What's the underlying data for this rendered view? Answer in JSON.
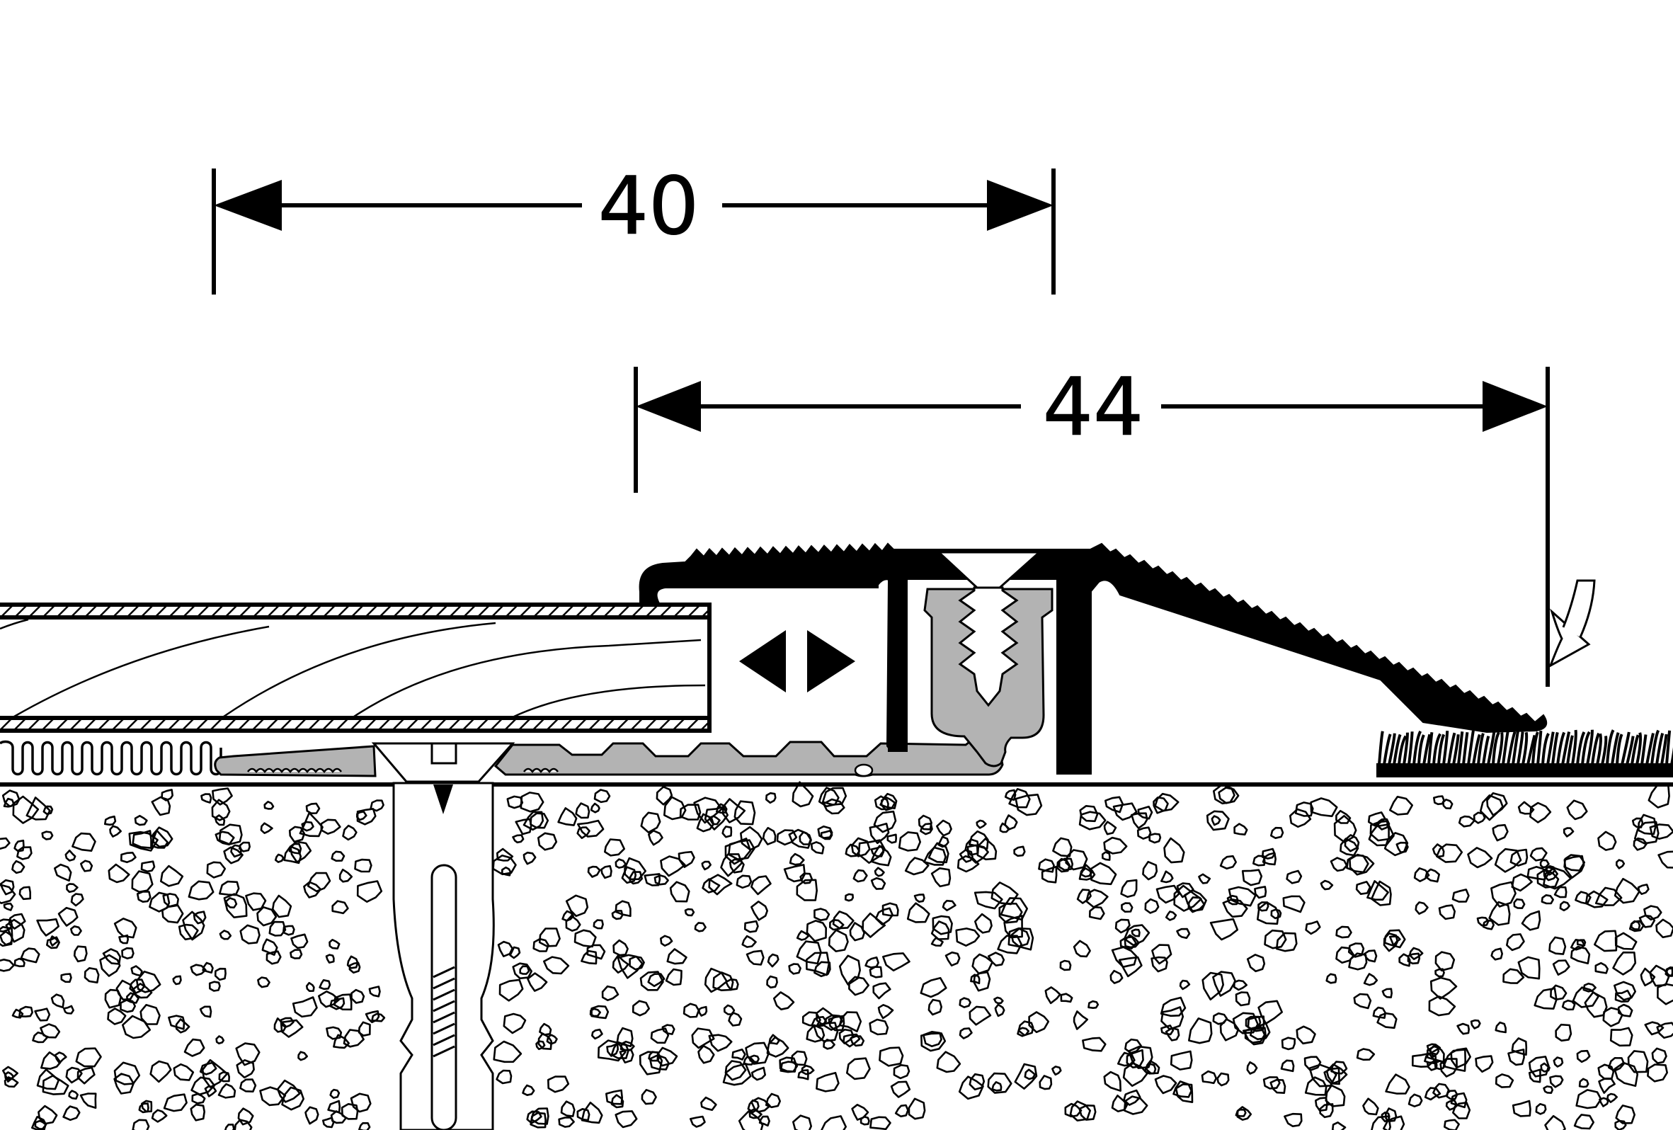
{
  "dimensions": {
    "width_label": "40",
    "transition_label": "44"
  },
  "colors": {
    "ink": "#000000",
    "paper": "#ffffff",
    "insert_gray": "#b3b3b3"
  },
  "icons": {
    "adjust_arrows": "double-triangle-arrows",
    "flex_arrow": "curved-arrow"
  }
}
